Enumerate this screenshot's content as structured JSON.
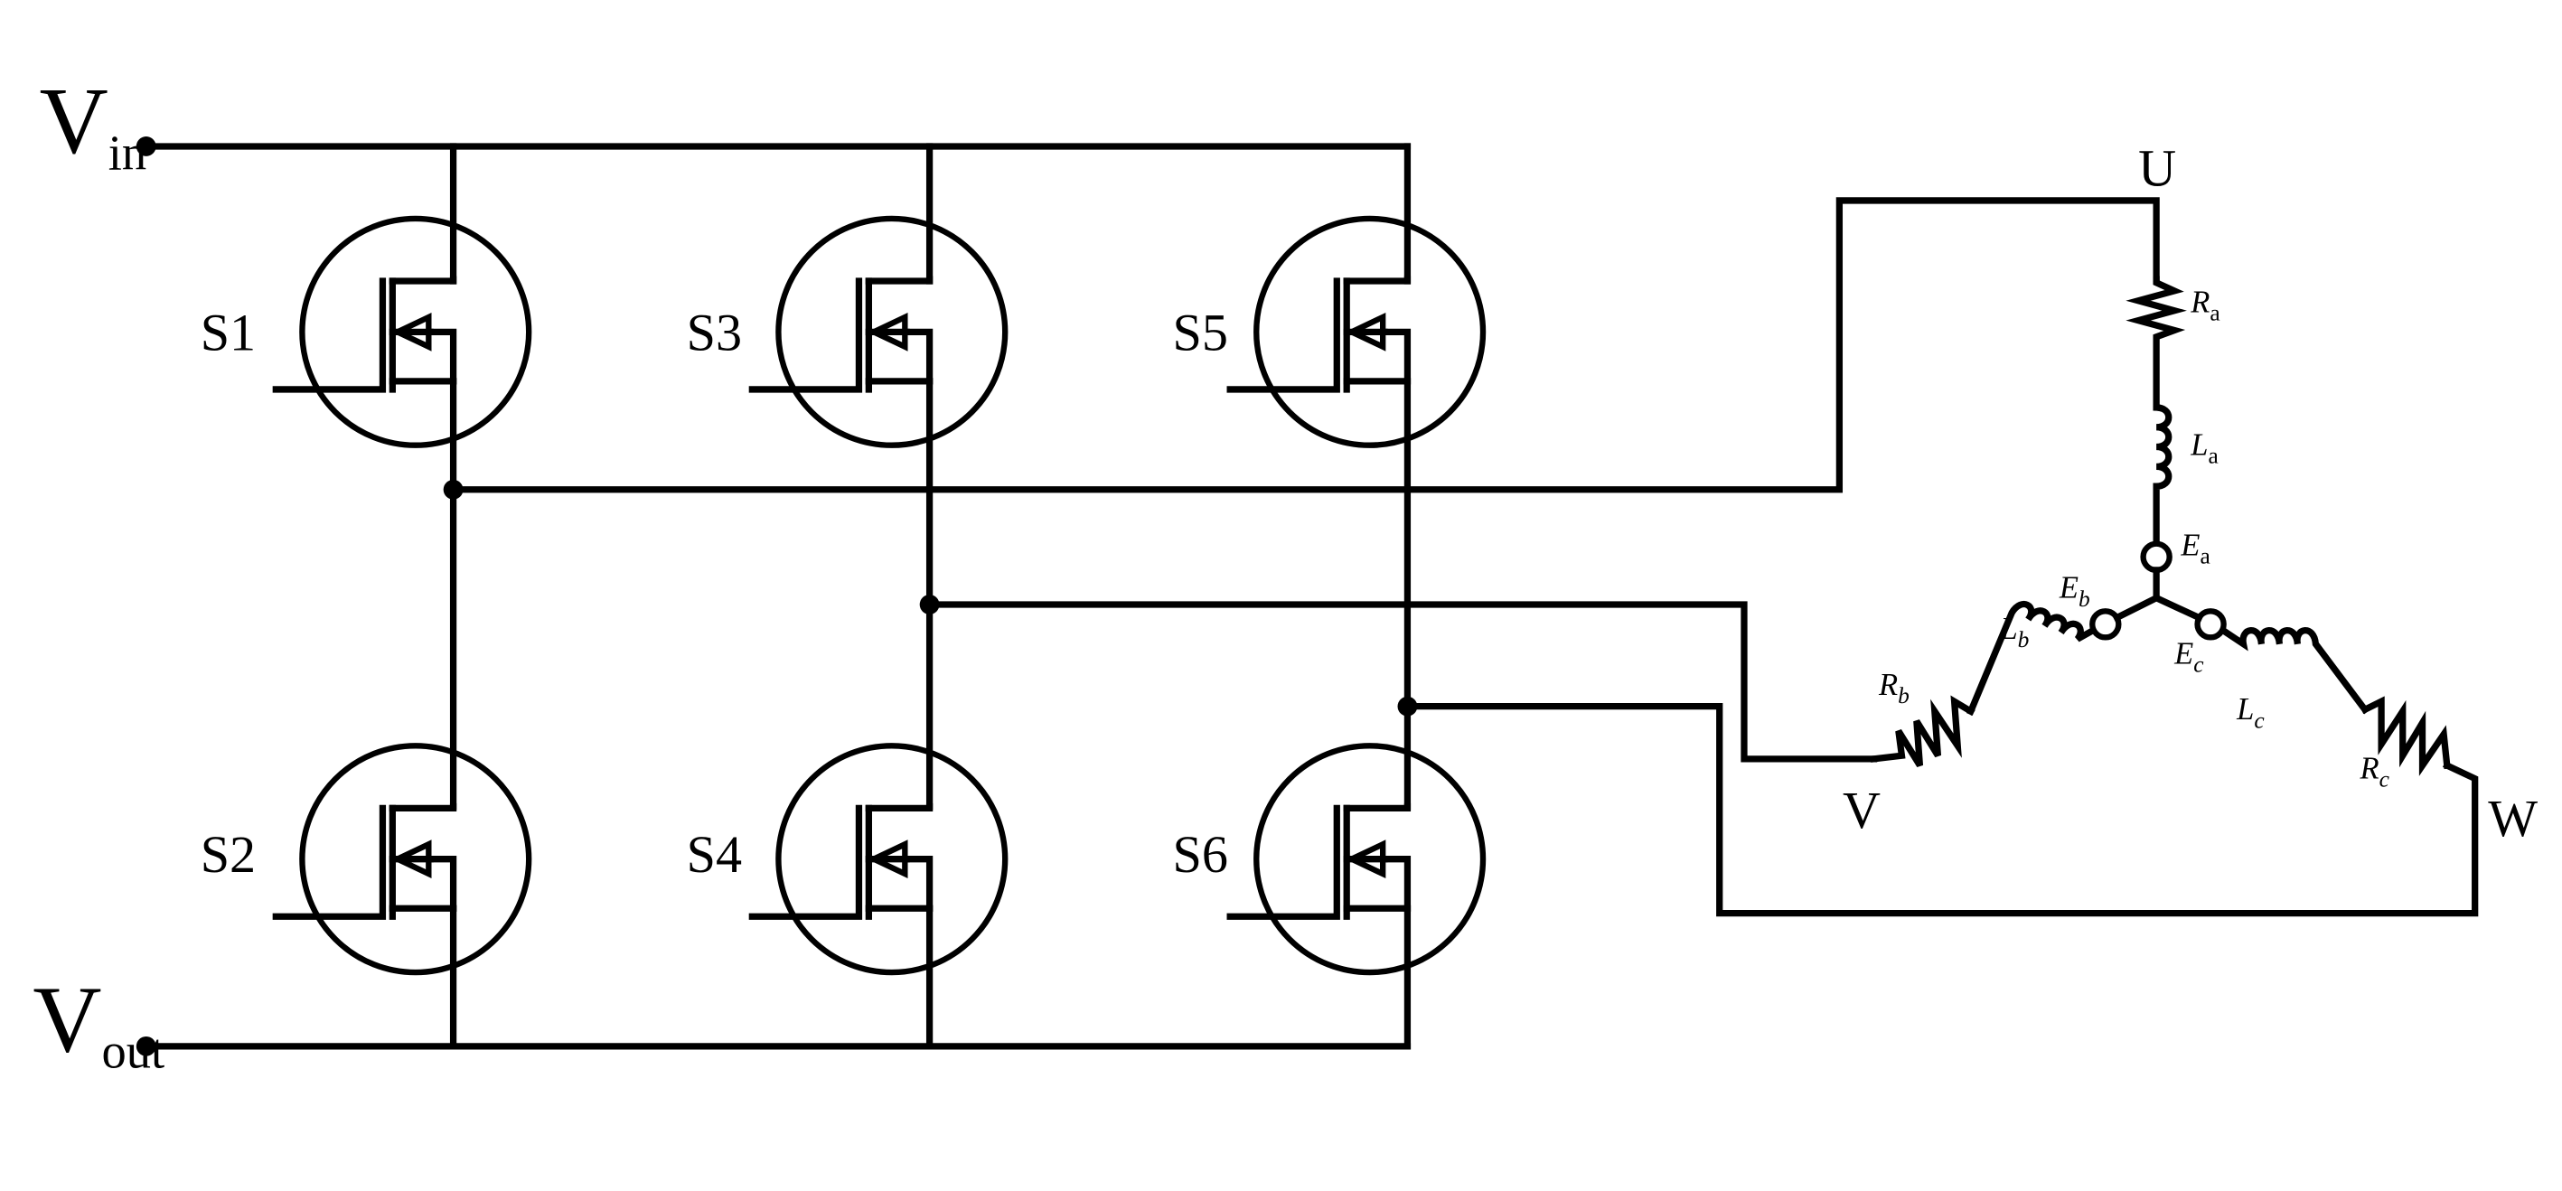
{
  "nodes": {
    "vin": {
      "main": "V",
      "sub": "in"
    },
    "vout": {
      "main": "V",
      "sub": "out"
    }
  },
  "switches": [
    {
      "label": "S1"
    },
    {
      "label": "S3"
    },
    {
      "label": "S5"
    },
    {
      "label": "S2"
    },
    {
      "label": "S4"
    },
    {
      "label": "S6"
    }
  ],
  "phases": {
    "u": "U",
    "v": "V",
    "w": "W"
  },
  "components": {
    "ra": {
      "main": "R",
      "sub": "a"
    },
    "la": {
      "main": "L",
      "sub": "a"
    },
    "ea": {
      "main": "E",
      "sub": "a"
    },
    "rb": {
      "main": "R",
      "sub": "b"
    },
    "lb": {
      "main": "L",
      "sub": "b"
    },
    "eb": {
      "main": "E",
      "sub": "b"
    },
    "rc": {
      "main": "R",
      "sub": "c"
    },
    "lc": {
      "main": "L",
      "sub": "c"
    },
    "ec": {
      "main": "E",
      "sub": "c"
    }
  }
}
